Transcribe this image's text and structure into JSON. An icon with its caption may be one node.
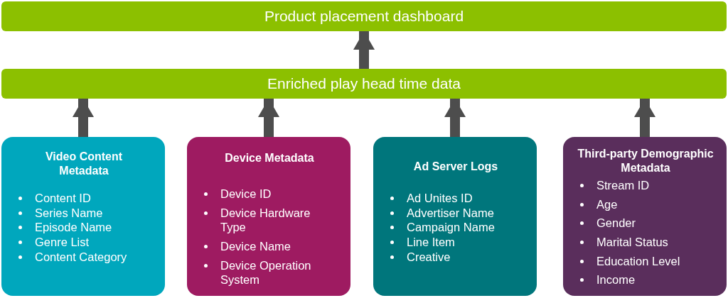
{
  "diagram": {
    "nodes": [
      {
        "text": [
          "Product placement dashboard"
        ]
      },
      {
        "text": [
          "Enriched play head time data"
        ]
      },
      {
        "text": [
          "Video Content Metadata",
          "Content ID",
          "Series Name",
          "Episode Name",
          "Genre List",
          "Content Category"
        ]
      },
      {
        "text": [
          "Device Metadata",
          "Device ID",
          "Device Hardware Type",
          "Device Name",
          "Device Operation System"
        ]
      },
      {
        "text": [
          "Ad Server Logs",
          "Ad Unites ID",
          "Advertiser Name",
          "Campaign Name",
          "Line Item",
          "Creative"
        ]
      },
      {
        "text": [
          "Third-party Demographic Metadata",
          "Stream ID",
          "Age",
          "Gender",
          "Marital Status",
          "Education Level",
          "Income"
        ]
      }
    ],
    "edges": [
      {
        "from": 1,
        "to": 0,
        "arrow": "to"
      },
      {
        "from": 2,
        "to": 1,
        "arrow": "to"
      },
      {
        "from": 3,
        "to": 1,
        "arrow": "to"
      },
      {
        "from": 4,
        "to": 1,
        "arrow": "to"
      },
      {
        "from": 5,
        "to": 1,
        "arrow": "to"
      }
    ]
  }
}
